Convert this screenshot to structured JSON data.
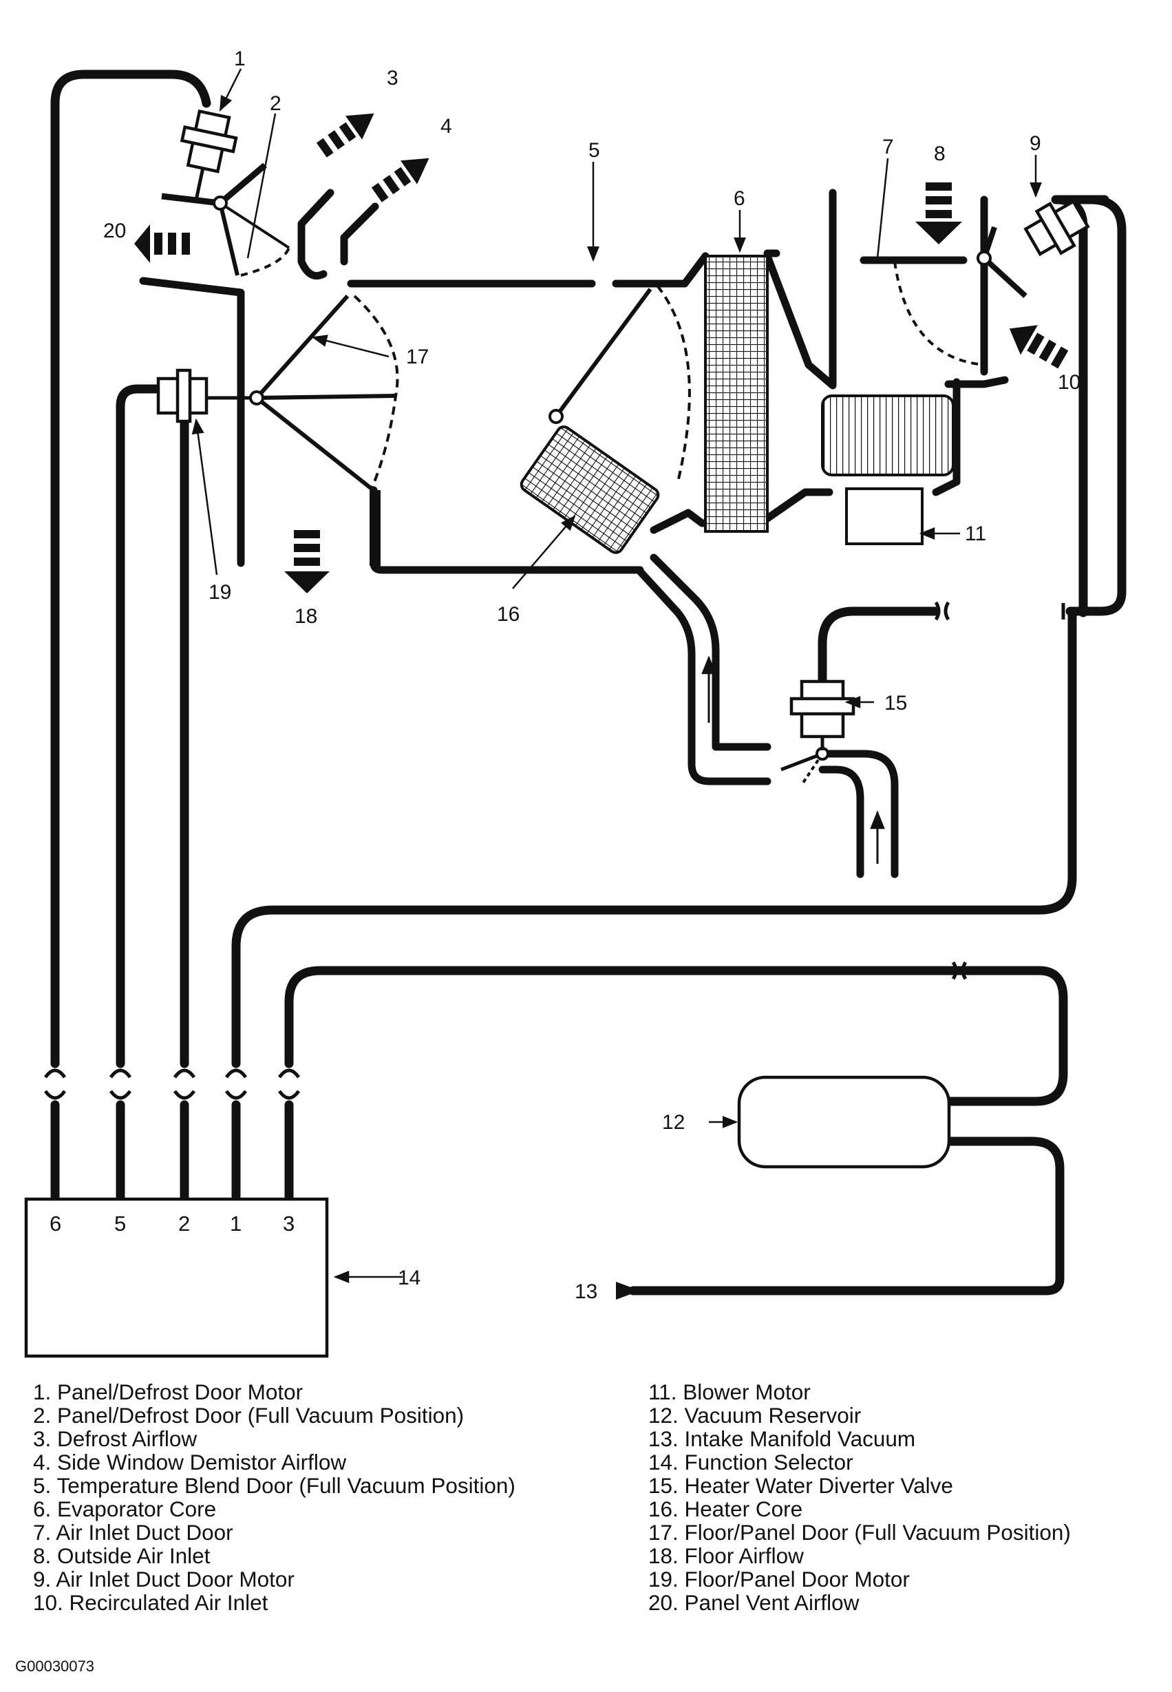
{
  "callouts": {
    "c1": "1",
    "c2": "2",
    "c3": "3",
    "c4": "4",
    "c5": "5",
    "c6": "6",
    "c7": "7",
    "c8": "8",
    "c9": "9",
    "c10": "10",
    "c11": "11",
    "c12": "12",
    "c13": "13",
    "c14": "14",
    "c15": "15",
    "c16": "16",
    "c17": "17",
    "c18": "18",
    "c19": "19",
    "c20": "20"
  },
  "selector_ports": [
    "6",
    "5",
    "2",
    "1",
    "3"
  ],
  "legend": {
    "left": [
      "1. Panel/Defrost Door Motor",
      "2. Panel/Defrost Door (Full Vacuum Position)",
      "3. Defrost Airflow",
      "4. Side Window Demistor Airflow",
      "5. Temperature Blend Door (Full Vacuum Position)",
      "6. Evaporator Core",
      "7. Air Inlet Duct Door",
      "8. Outside Air Inlet",
      "9. Air Inlet Duct Door Motor",
      "10. Recirculated Air Inlet"
    ],
    "right": [
      "11. Blower Motor",
      "12. Vacuum Reservoir",
      "13. Intake Manifold Vacuum",
      "14. Function Selector",
      "15. Heater Water Diverter Valve",
      "16. Heater Core",
      "17. Floor/Panel Door (Full Vacuum Position)",
      "18. Floor Airflow",
      "19. Floor/Panel Door Motor",
      "20. Panel Vent Airflow"
    ]
  },
  "figure_id": "G00030073"
}
